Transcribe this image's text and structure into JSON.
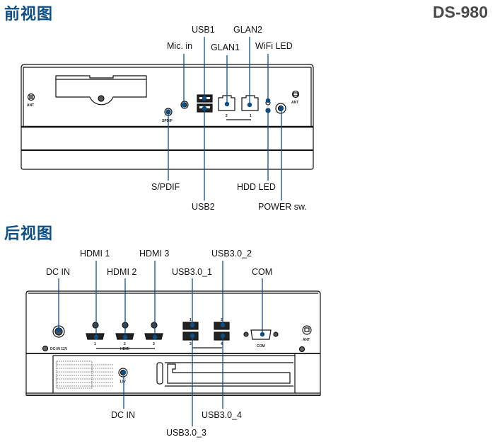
{
  "header": {
    "front_title": "前视图",
    "rear_title": "后视图",
    "model": "DS-980"
  },
  "colors": {
    "title": "#0d4f87",
    "callout": "#0d4f87",
    "model": "#4a4a4a",
    "outline": "#111111"
  },
  "front_view": {
    "callouts_top": [
      {
        "id": "mic-in",
        "label": "Mic. in"
      },
      {
        "id": "usb1",
        "label": "USB1"
      },
      {
        "id": "glan1",
        "label": "GLAN1"
      },
      {
        "id": "glan2",
        "label": "GLAN2"
      },
      {
        "id": "wifi-led",
        "label": "WiFi LED"
      }
    ],
    "callouts_bottom": [
      {
        "id": "spdif",
        "label": "S/PDIF"
      },
      {
        "id": "usb2",
        "label": "USB2"
      },
      {
        "id": "hdd-led",
        "label": "HDD LED"
      },
      {
        "id": "power-sw",
        "label": "POWER sw."
      }
    ],
    "panel_marks": {
      "ant_left": "ANT",
      "ant_right": "ANT",
      "spdif_mark": "SPDIF",
      "lan_port_2": "2",
      "lan_port_1": "1"
    }
  },
  "rear_view": {
    "callouts_top": [
      {
        "id": "dc-in-top",
        "label": "DC IN"
      },
      {
        "id": "hdmi1",
        "label": "HDMI 1"
      },
      {
        "id": "hdmi2",
        "label": "HDMI 2"
      },
      {
        "id": "hdmi3",
        "label": "HDMI 3"
      },
      {
        "id": "usb30-1",
        "label": "USB3.0_1"
      },
      {
        "id": "usb30-2",
        "label": "USB3.0_2"
      },
      {
        "id": "com",
        "label": "COM"
      }
    ],
    "callouts_bottom": [
      {
        "id": "dc-in-bottom",
        "label": "DC IN"
      },
      {
        "id": "usb30-3",
        "label": "USB3.0_3"
      },
      {
        "id": "usb30-4",
        "label": "USB3.0_4"
      }
    ],
    "panel_marks": {
      "dc_in_mark": "DC-IN 12V",
      "hdmi_mark": "HDMI",
      "hdmi_ports": [
        "1",
        "2",
        "3"
      ],
      "usb_ports": [
        "1",
        "2",
        "3",
        "4"
      ],
      "com_mark": "COM",
      "ant": "ANT",
      "dc_12v": "12V"
    }
  }
}
